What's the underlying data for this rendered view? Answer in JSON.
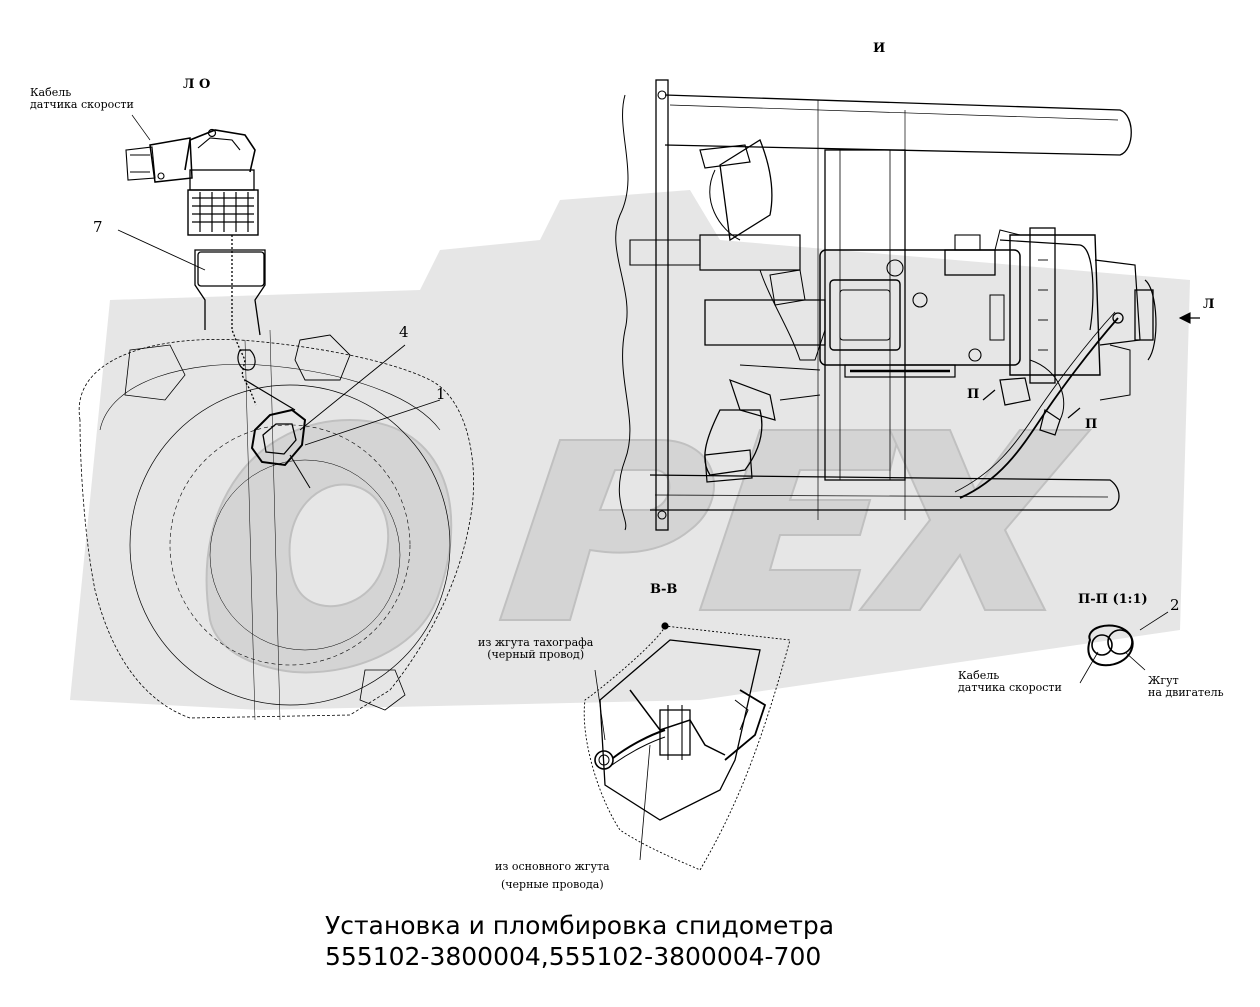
{
  "watermark": {
    "text": "OPEX",
    "color": "#c8c8c8"
  },
  "labels": {
    "cable_top": [
      "Кабель",
      "датчика скорости"
    ],
    "view_lo": "Л О",
    "view_i": "И",
    "view_l": "Л",
    "view_p1": "П",
    "view_p2": "П",
    "section_bb": "В-В",
    "section_pp": "П-П (1:1)",
    "cable_right": [
      "Кабель",
      "датчика скорости"
    ],
    "harness": [
      "Жгут",
      "на двигатель"
    ],
    "from_tachograph": [
      "из жгута тахографа",
      "(черный провод)"
    ],
    "from_main": [
      "из основного жгута",
      "(черные провода)"
    ]
  },
  "callouts": {
    "c1": "1",
    "c2": "2",
    "c4": "4",
    "c7": "7"
  },
  "caption": {
    "line1": "Установка и пломбировка спидометра",
    "line2": "555102-3800004,555102-3800004-700"
  }
}
